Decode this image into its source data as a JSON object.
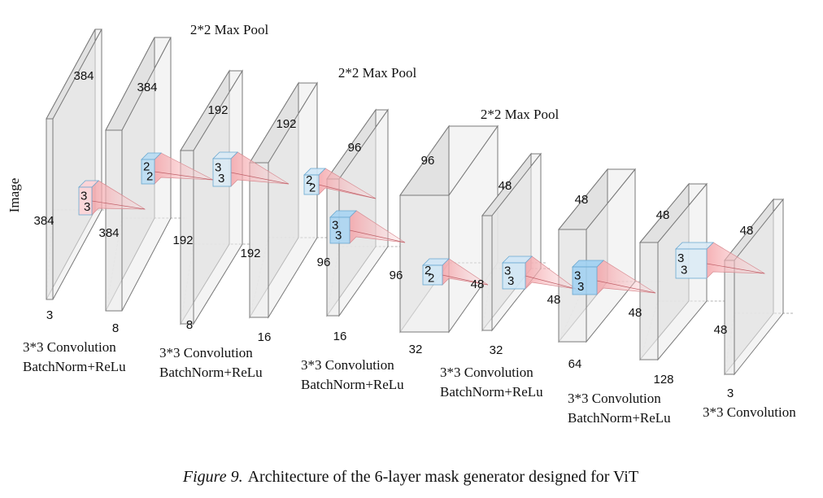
{
  "side_label": "Image",
  "pool_labels": [
    "2*2 Max Pool",
    "2*2 Max Pool",
    "2*2 Max Pool"
  ],
  "layers": [
    {
      "top": "384",
      "left": "384",
      "channels": "3"
    },
    {
      "top": "384",
      "left": "384",
      "channels": "8"
    },
    {
      "top": "192",
      "left": "192",
      "channels": "8"
    },
    {
      "top": "192",
      "left": "192",
      "channels": "16"
    },
    {
      "top": "96",
      "left": "96",
      "channels": "16"
    },
    {
      "top": "96",
      "left": "96",
      "channels": "32"
    },
    {
      "top": "48",
      "left": "48",
      "channels": "32"
    },
    {
      "top": "48",
      "left": "48",
      "channels": "64"
    },
    {
      "top": "48",
      "left": "48",
      "channels": "128"
    },
    {
      "top": "48",
      "left": "48",
      "channels": "3"
    }
  ],
  "kernels": [
    {
      "a": "3",
      "b": "3"
    },
    {
      "a": "2",
      "b": "2"
    },
    {
      "a": "3",
      "b": "3"
    },
    {
      "a": "2",
      "b": "2"
    },
    {
      "a": "3",
      "b": "3"
    },
    {
      "a": "2",
      "b": "2"
    },
    {
      "a": "3",
      "b": "3"
    },
    {
      "a": "3",
      "b": "3"
    },
    {
      "a": "3",
      "b": "3"
    }
  ],
  "op_labels": [
    {
      "line1": "3*3 Convolution",
      "line2": "BatchNorm+ReLu"
    },
    {
      "line1": "3*3 Convolution",
      "line2": "BatchNorm+ReLu"
    },
    {
      "line1": "3*3 Convolution",
      "line2": "BatchNorm+ReLu"
    },
    {
      "line1": "3*3 Convolution",
      "line2": "BatchNorm+ReLu"
    },
    {
      "line1": "3*3 Convolution",
      "line2": "BatchNorm+ReLu"
    },
    {
      "line1": "3*3 Convolution",
      "line2": ""
    }
  ],
  "caption": {
    "figure": "Figure 9.",
    "text": "Architecture of the 6-layer mask generator designed for ViT"
  }
}
